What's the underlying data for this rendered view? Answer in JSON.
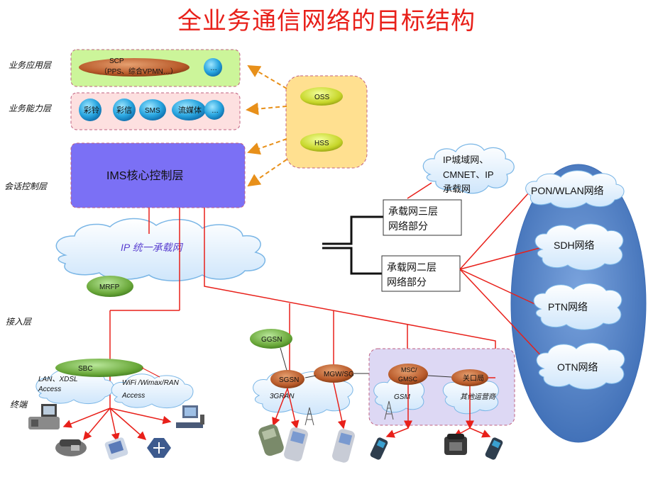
{
  "title": "全业务通信网络的目标结构",
  "layers": {
    "application": "业务应用层",
    "capability": "业务能力层",
    "session": "会话控制层",
    "access": "接入层",
    "terminal": "终端"
  },
  "application_layer": {
    "scp_line1": "SCP",
    "scp_line2": "（PPS、综合VPMN…）",
    "more": "…"
  },
  "capability_layer": {
    "items": [
      "彩铃",
      "彩信",
      "SMS",
      "流媒体",
      "…"
    ]
  },
  "oss_hss": {
    "oss": "OSS",
    "hss": "HSS"
  },
  "ims": "IMS核心控制层",
  "ip_bearer": "IP 统一承载网",
  "mrfp": "MRFP",
  "metro_cloud": {
    "line1": "IP城域网、",
    "line2": "CMNET、IP",
    "line3": "承载网"
  },
  "bearer_l3": {
    "line1": "承载网三层",
    "line2": "网络部分"
  },
  "bearer_l2": {
    "line1": "承载网二层",
    "line2": "网络部分"
  },
  "transport": {
    "pon": "PON/WLAN网络",
    "sdh": "SDH网络",
    "ptn": "PTN网络",
    "otn": "OTN网络"
  },
  "access_nodes": {
    "sbc": "SBC",
    "lan": "LAN、XDSL",
    "lan_access": "Access",
    "wifi": "WiFi /Wimax/RAN",
    "wifi_access": "Access",
    "ggsn": "GGSN",
    "sgsn": "SGSN",
    "gran": "3GRAN",
    "mgw": "MGW/SG",
    "msc_line1": "MSC/",
    "msc_line2": "GMSC",
    "gsm": "GSM",
    "gateway": "关口局",
    "other_operator": "其他运营商"
  },
  "colors": {
    "title": "#e8201a",
    "red_line": "#e8201a",
    "orange_arrow": "#e8901a",
    "ims_fill": "#7b70f5",
    "app_fill": "#ccf59a",
    "cap_fill": "#fde0e0",
    "oss_fill": "#ffe090",
    "sbc_fill": "#6aa83a",
    "blue_ellipse": "#5b86c5"
  }
}
